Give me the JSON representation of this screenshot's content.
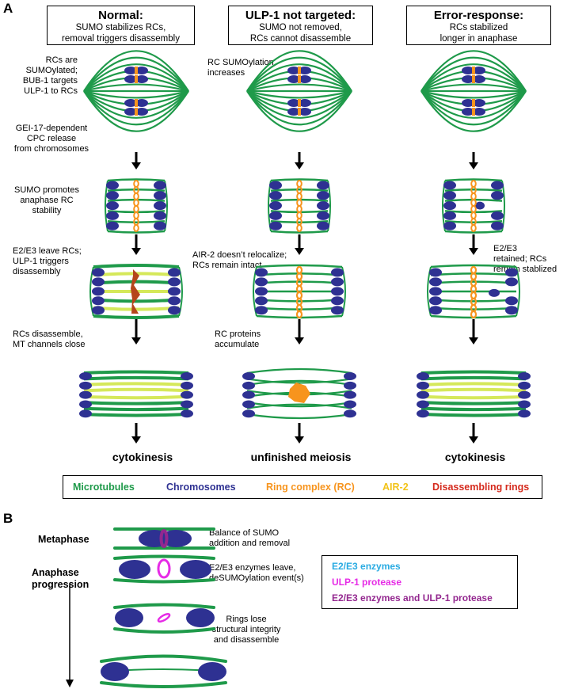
{
  "panel_a": {
    "letter": "A",
    "columns": [
      {
        "title": "Normal:",
        "subtitle_l1": "SUMO stabilizes RCs,",
        "subtitle_l2": "removal triggers disassembly",
        "outcome": "cytokinesis"
      },
      {
        "title": "ULP-1 not targeted:",
        "subtitle_l1": "SUMO not removed,",
        "subtitle_l2": "RCs cannot disassemble",
        "outcome": "unfinished meiosis"
      },
      {
        "title": "Error-response:",
        "subtitle_l1": "RCs stabilized",
        "subtitle_l2": "longer in anaphase",
        "outcome": "cytokinesis"
      }
    ],
    "notes": {
      "n1": [
        "RCs are",
        "SUMOylated;",
        "BUB-1 targets",
        "ULP-1 to RCs"
      ],
      "n2": [
        "GEI-17-dependent",
        "CPC release",
        "from chromosomes"
      ],
      "n3": [
        "SUMO promotes",
        "anaphase RC",
        "stability"
      ],
      "n4": [
        "E2/E3 leave RCs;",
        "ULP-1 triggers",
        "disassembly"
      ],
      "n5": [
        "RCs disassemble,",
        "MT channels close"
      ],
      "m1": [
        "RC SUMOylation",
        "increases"
      ],
      "m2": [
        "AIR-2 doesn’t relocalize;",
        "RCs remain intact"
      ],
      "m3": [
        "RC proteins",
        "accumulate"
      ],
      "r1": [
        "E2/E3",
        "retained; RCs",
        "remain stablized"
      ]
    },
    "legend": [
      {
        "label": "Microtubules",
        "color": "#1f9a4a"
      },
      {
        "label": "Chromosomes",
        "color": "#2e3192"
      },
      {
        "label": "Ring complex (RC)",
        "color": "#f7941d"
      },
      {
        "label": "AIR-2",
        "color": "#f2c318"
      },
      {
        "label": "Disassembling rings",
        "color": "#d52b1e"
      }
    ]
  },
  "panel_b": {
    "letter": "B",
    "stages": {
      "metaphase": "Metaphase",
      "anaphase_l1": "Anaphase",
      "anaphase_l2": "progression"
    },
    "notes": {
      "b1": [
        "Balance of SUMO",
        "addition and removal"
      ],
      "b2": [
        "E2/E3 enzymes leave,",
        "deSUMOylation event(s)"
      ],
      "b3": [
        "Rings lose",
        "structural integrity",
        "and disassemble"
      ]
    },
    "legend": [
      {
        "label": "E2/E3 enzymes",
        "color": "#29abe2"
      },
      {
        "label": "ULP-1 protease",
        "color": "#e62be6"
      },
      {
        "label": "E2/E3 enzymes and ULP-1 protease",
        "color": "#93278f"
      }
    ]
  },
  "colors": {
    "microtubule": "#1f9a4a",
    "microtubule_light": "#d5e85a",
    "chromosome": "#2e3192",
    "ring": "#f7941d",
    "air2": "#f2c318",
    "disassembling": "#b5451b",
    "ulp1": "#e62be6",
    "combo": "#93278f"
  }
}
